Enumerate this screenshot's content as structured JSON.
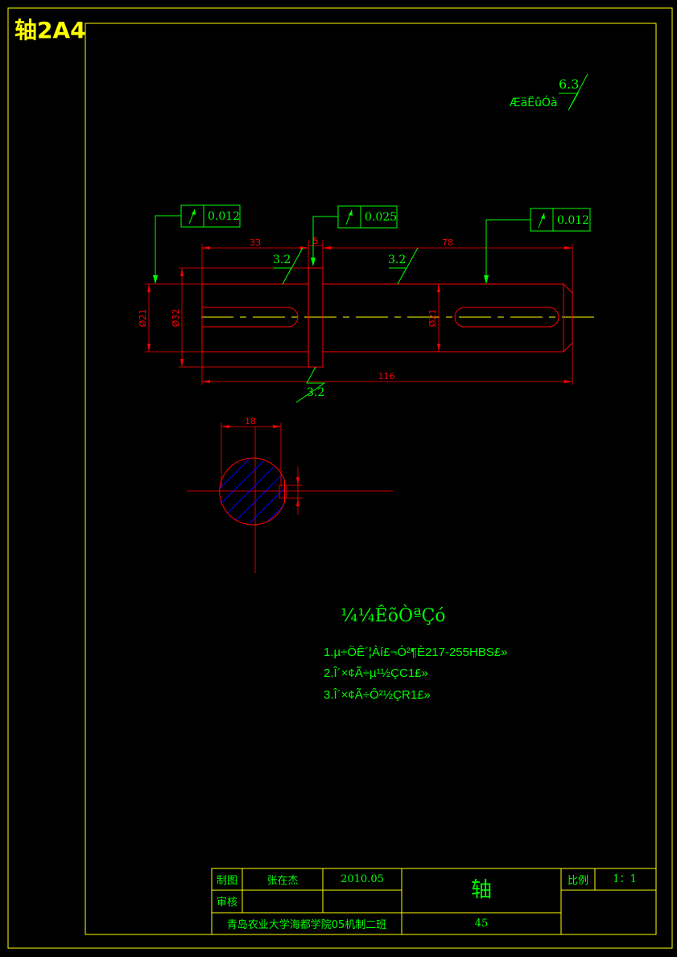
{
  "sheet": {
    "title": "轴2A4",
    "colors": {
      "frame": "#ffff00",
      "outline": "#ff0000",
      "centerline": "#ffff00",
      "annotation": "#00ff00",
      "hatch": "#0000ff",
      "title_yellow": "#ffff00"
    }
  },
  "roughness_general": {
    "label": "ÆäËûÓà",
    "value": "6.3"
  },
  "geometric_tolerances": [
    {
      "value": "0.012",
      "symbol": "circular-runout-arrow"
    },
    {
      "value": "0.025",
      "symbol": "circular-runout-arrow"
    },
    {
      "value": "0.012",
      "symbol": "circular-runout-arrow"
    }
  ],
  "dimensions": {
    "len_left": "33",
    "len_collar": "5",
    "len_right": "78",
    "len_total": "116",
    "dia_left": "Ø21",
    "dia_collar": "Ø32",
    "dia_right": "Ø21",
    "section_width": "18"
  },
  "roughness_marks": [
    "3.2",
    "3.2",
    "3.2"
  ],
  "technical_requirements": {
    "heading": "¼¼ÊõÒªÇó",
    "items": [
      "1.µ÷ÖÊ´¦Àí£¬Ó²¶È217-255HBS£»",
      "2.Î´×¢Ã÷µ¹½ÇC1£»",
      "3.Î´×¢Ã÷Ô²½ÇR1£»"
    ]
  },
  "title_block": {
    "drawn_label": "制图",
    "drawn_name": "张在杰",
    "drawn_date": "2010.05",
    "check_label": "审核",
    "part_name": "轴",
    "scale_label": "比例",
    "scale_value": "1：1",
    "organization": "青岛农业大学海都学院05机制二班",
    "material": "45"
  }
}
